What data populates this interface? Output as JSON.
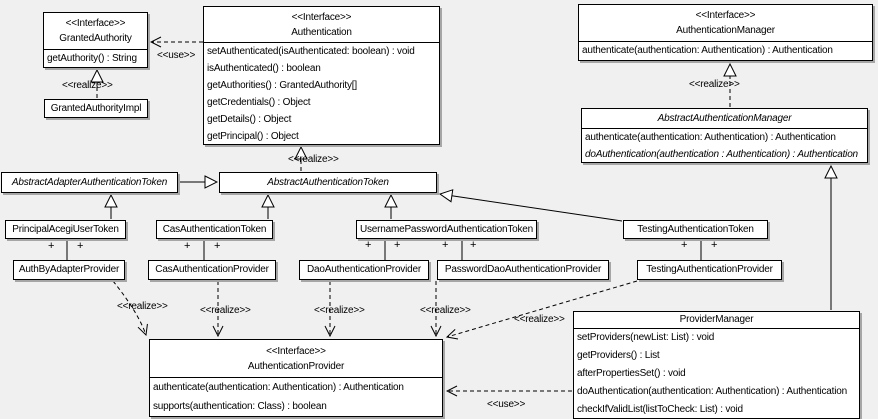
{
  "colors": {
    "background": "#f0f0f0",
    "box_fill": "#ffffff",
    "line": "#000000",
    "shadow": "#a6a6a6"
  },
  "edge_labels": {
    "realize": "<<realize>>",
    "use": "<<use>>",
    "plus": "+"
  },
  "classes": {
    "granted_authority": {
      "stereotype": "<<Interface>>",
      "name": "GrantedAuthority",
      "operations": [
        "getAuthority() : String"
      ]
    },
    "granted_authority_impl": {
      "name": "GrantedAuthorityImpl"
    },
    "authentication": {
      "stereotype": "<<Interface>>",
      "name": "Authentication",
      "operations": [
        "setAuthenticated(isAuthenticated: boolean) : void",
        "isAuthenticated() : boolean",
        "getAuthorities() : GrantedAuthority[]",
        "getCredentials() : Object",
        "getDetails() : Object",
        "getPrincipal() : Object"
      ]
    },
    "authentication_manager": {
      "stereotype": "<<Interface>>",
      "name": "AuthenticationManager",
      "operations": [
        "authenticate(authentication: Authentication) : Authentication"
      ]
    },
    "abstract_authentication_manager": {
      "name": "AbstractAuthenticationManager",
      "operations": [
        "authenticate(authentication: Authentication) : Authentication",
        "doAuthentication(authentication : Authentication) : Authentication"
      ]
    },
    "abstract_adapter_authentication_token": {
      "name": "AbstractAdapterAuthenticationToken"
    },
    "abstract_authentication_token": {
      "name": "AbstractAuthenticationToken"
    },
    "principal_acegi_user_token": {
      "name": "PrincipalAcegiUserToken"
    },
    "cas_authentication_token": {
      "name": "CasAuthenticationToken"
    },
    "username_password_authentication_token": {
      "name": "UsernamePasswordAuthenticationToken"
    },
    "testing_authentication_token": {
      "name": "TestingAuthenticationToken"
    },
    "auth_by_adapter_provider": {
      "name": "AuthByAdapterProvider"
    },
    "cas_authentication_provider": {
      "name": "CasAuthenticationProvider"
    },
    "dao_authentication_provider": {
      "name": "DaoAuthenticationProvider"
    },
    "password_dao_authentication_provider": {
      "name": "PasswordDaoAuthenticationProvider"
    },
    "testing_authentication_provider": {
      "name": "TestingAuthenticationProvider"
    },
    "authentication_provider": {
      "stereotype": "<<Interface>>",
      "name": "AuthenticationProvider",
      "operations": [
        "authenticate(authentication: Authentication) : Authentication",
        "supports(authentication: Class) : boolean"
      ]
    },
    "provider_manager": {
      "name": "ProviderManager",
      "operations": [
        "setProviders(newList: List) : void",
        "getProviders() : List",
        "afterPropertiesSet() : void",
        "doAuthentication(authentication: Authentication) : Authentication",
        "checkIfValidList(listToCheck: List) : void"
      ]
    }
  }
}
